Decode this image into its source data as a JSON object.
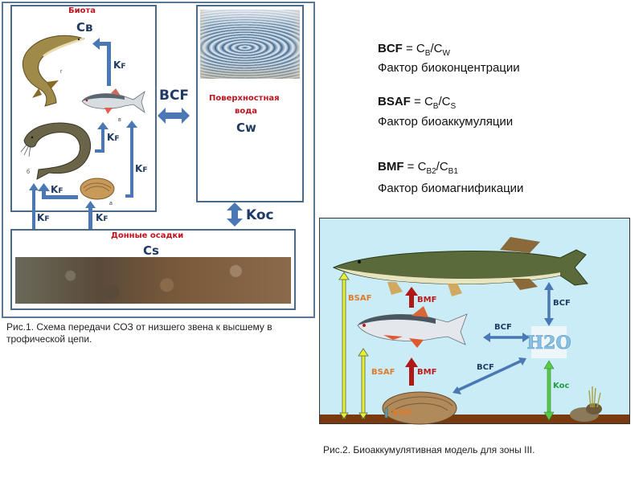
{
  "figure1": {
    "biota": {
      "title": "Биота",
      "symbol": "Cв"
    },
    "water": {
      "title_line1": "Поверхностная",
      "title_line2": "вода",
      "symbol": "Cw"
    },
    "sediment": {
      "title": "Донные осадки",
      "symbol": "Cs"
    },
    "bcf_label": "BCF",
    "koc_label": "Koc",
    "kf_labels": [
      "KF",
      "KF",
      "KF",
      "KF",
      "KF",
      "KF"
    ],
    "kf_main": "K",
    "kf_sub": "F",
    "organism_letters": {
      "pike": "г",
      "roach": "в",
      "catfish": "б",
      "mussel": "а"
    },
    "caption": "Рис.1. Схема передачи СОЗ от низшего звена к высшему в трофической цепи."
  },
  "formulas": [
    {
      "abbr": "BCF",
      "eq": " = C",
      "sub1": "B",
      "slash": "/C",
      "sub2": "W",
      "desc": "Фактор биоконцентрации"
    },
    {
      "abbr": "BSAF",
      "eq": " = C",
      "sub1": "B",
      "slash": "/C",
      "sub2": "S",
      "desc": "Фактор биоаккумуляции"
    },
    {
      "abbr": "BMF",
      "eq": " = C",
      "sub1": "B2",
      "slash": "/C",
      "sub2": "B1",
      "desc": "Фактор биомагнификации"
    }
  ],
  "figure2": {
    "labels": {
      "bsaf_long": "BSAF",
      "bsaf_mid": "BSAF",
      "bsaf_short": "BSAF",
      "bmf_top": "BMF",
      "bmf_bottom": "BMF",
      "bcf_pike": "BCF",
      "bcf_roach": "BCF",
      "bcf_mussel": "BCF",
      "koc": "Koc",
      "h2o": "H2O"
    },
    "colors": {
      "water": "#c9ecf6",
      "ground": "#7a3a10",
      "bsaf_arrow": "#e8ef3a",
      "bsaf_text": "#e07a2a",
      "bmf_arrow": "#b01818",
      "bmf_text": "#c01818",
      "bcf_arrow": "#4a78b4",
      "bcf_text": "#1f3b63",
      "koc_arrow": "#5ac84a",
      "koc_text": "#22a040"
    },
    "caption": "Рис.2. Биоаккумулятивная модель для зоны III."
  }
}
